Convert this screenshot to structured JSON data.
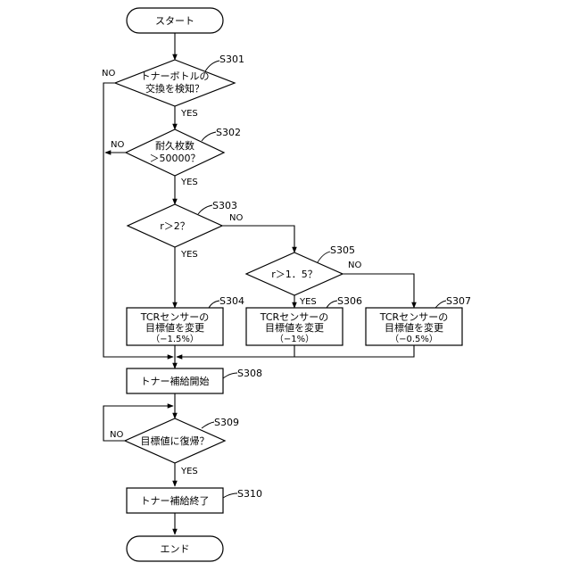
{
  "nodes": {
    "start": "スタート",
    "s301_line1": "トナーボトルの",
    "s301_line2": "交換を検知？",
    "s302_line1": "耐久枚数",
    "s302_line2": "＞50000？",
    "s303": "r＞2？",
    "s305": "r＞1．5？",
    "s304_line1": "TCRセンサーの",
    "s304_line2": "目標値を変更",
    "s304_line3": "（−1.5%）",
    "s306_line1": "TCRセンサーの",
    "s306_line2": "目標値を変更",
    "s306_line3": "（−1%）",
    "s307_line1": "TCRセンサーの",
    "s307_line2": "目標値を変更",
    "s307_line3": "（−0.5%）",
    "s308": "トナー補給開始",
    "s309": "目標値に復帰？",
    "s310": "トナー補給終了",
    "end": "エンド"
  },
  "steps": {
    "s301": "S301",
    "s302": "S302",
    "s303": "S303",
    "s304": "S304",
    "s305": "S305",
    "s306": "S306",
    "s307": "S307",
    "s308": "S308",
    "s309": "S309",
    "s310": "S310"
  },
  "labels": {
    "yes": "YES",
    "no": "NO"
  }
}
